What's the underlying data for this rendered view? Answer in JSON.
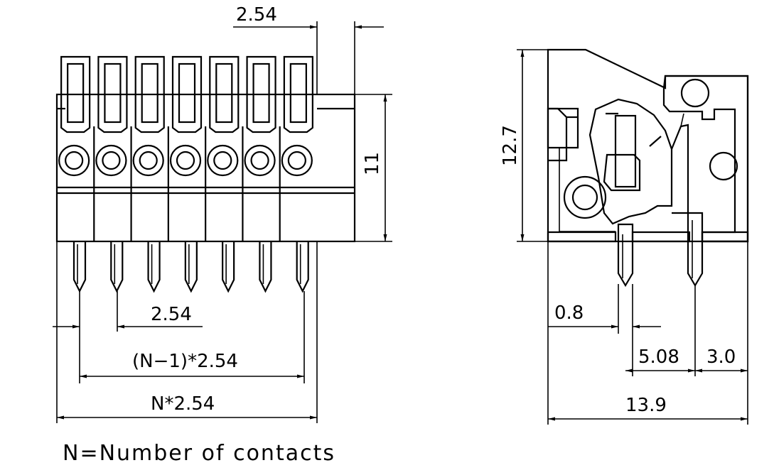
{
  "front_view": {
    "dim_pitch_top": "2.54",
    "dim_height": "11",
    "dim_pitch_bottom": "2.54",
    "dim_span_pins": "(N−1)*2.54",
    "dim_total_width": "N*2.54",
    "contact_count_drawn": 7
  },
  "side_view": {
    "dim_height": "12.7",
    "dim_pin_width": "0.8",
    "dim_pin_spacing": "5.08",
    "dim_pin_to_edge": "3.0",
    "dim_total_depth": "13.9"
  },
  "footnote": "N=Number of contacts"
}
